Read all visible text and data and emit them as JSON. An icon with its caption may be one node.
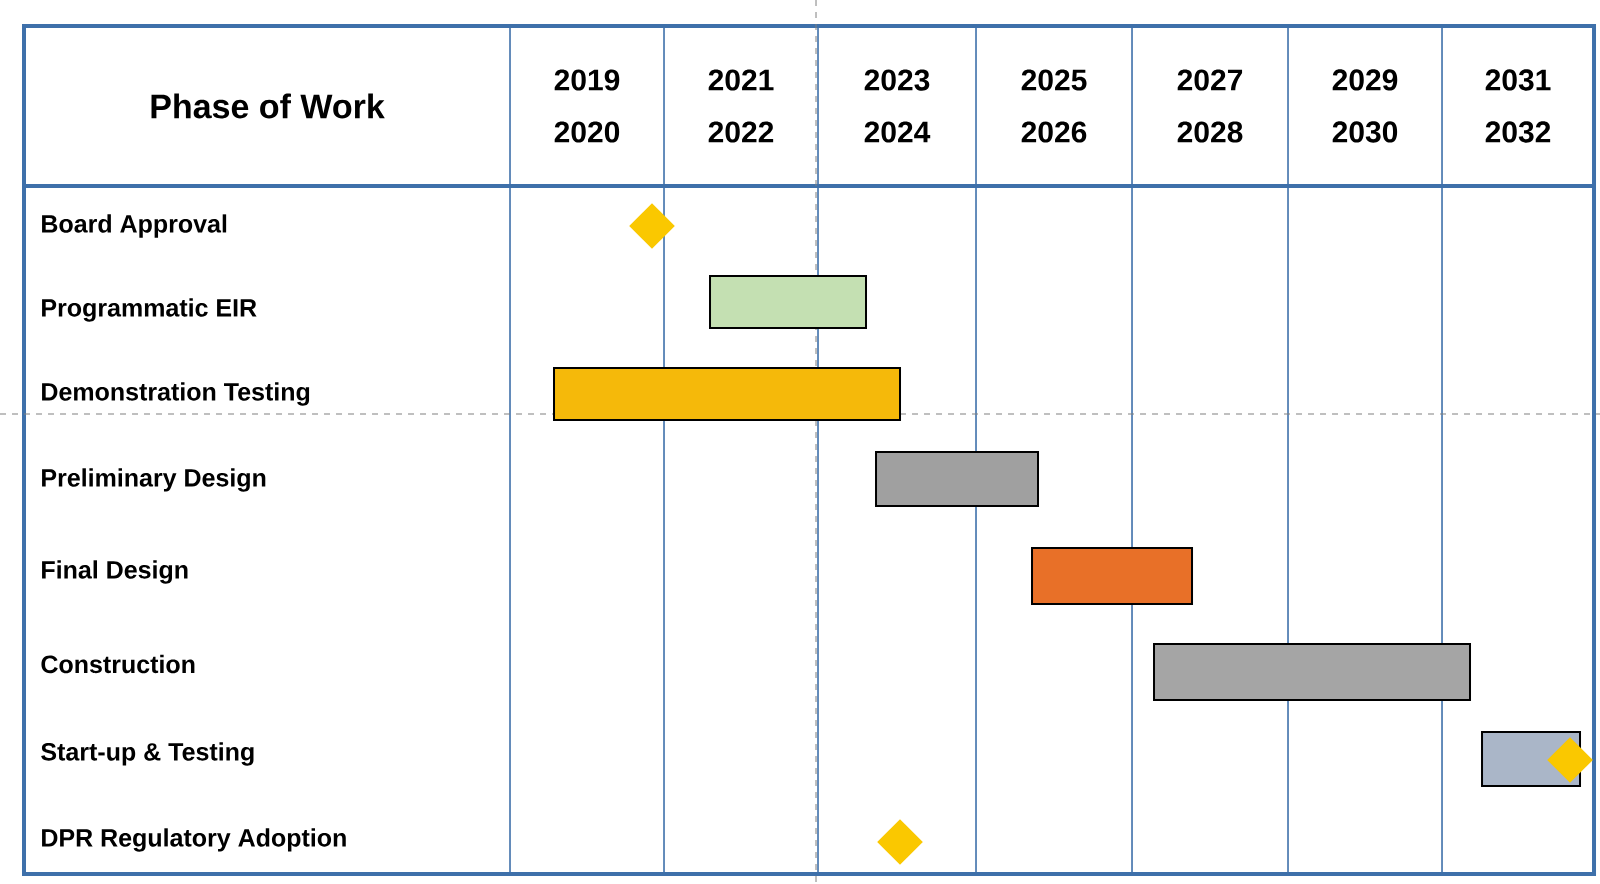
{
  "diagram": {
    "nodes": [
      {
        "text": [],
        "shape": "diamond"
      },
      {
        "text": [],
        "shape": "bar"
      },
      {
        "text": [],
        "shape": "bar"
      },
      {
        "text": [],
        "shape": "bar"
      },
      {
        "text": [],
        "shape": "bar"
      },
      {
        "text": [],
        "shape": "bar"
      },
      {
        "text": [],
        "shape": "bar"
      },
      {
        "text": [],
        "shape": "diamond"
      },
      {
        "text": [],
        "shape": "diamond"
      }
    ],
    "labels": [
      "Phase of Work",
      "2019 2020",
      "2021 2022",
      "2023 2024",
      "2025 2026",
      "2027 2028",
      "2029 2030",
      "2031 2032",
      "Board Approval",
      "Programmatic EIR",
      "Demonstration Testing",
      "Preliminary Design",
      "Final Design",
      "Construction",
      "Start-up & Testing",
      "DPR Regulatory Adoption"
    ]
  }
}
